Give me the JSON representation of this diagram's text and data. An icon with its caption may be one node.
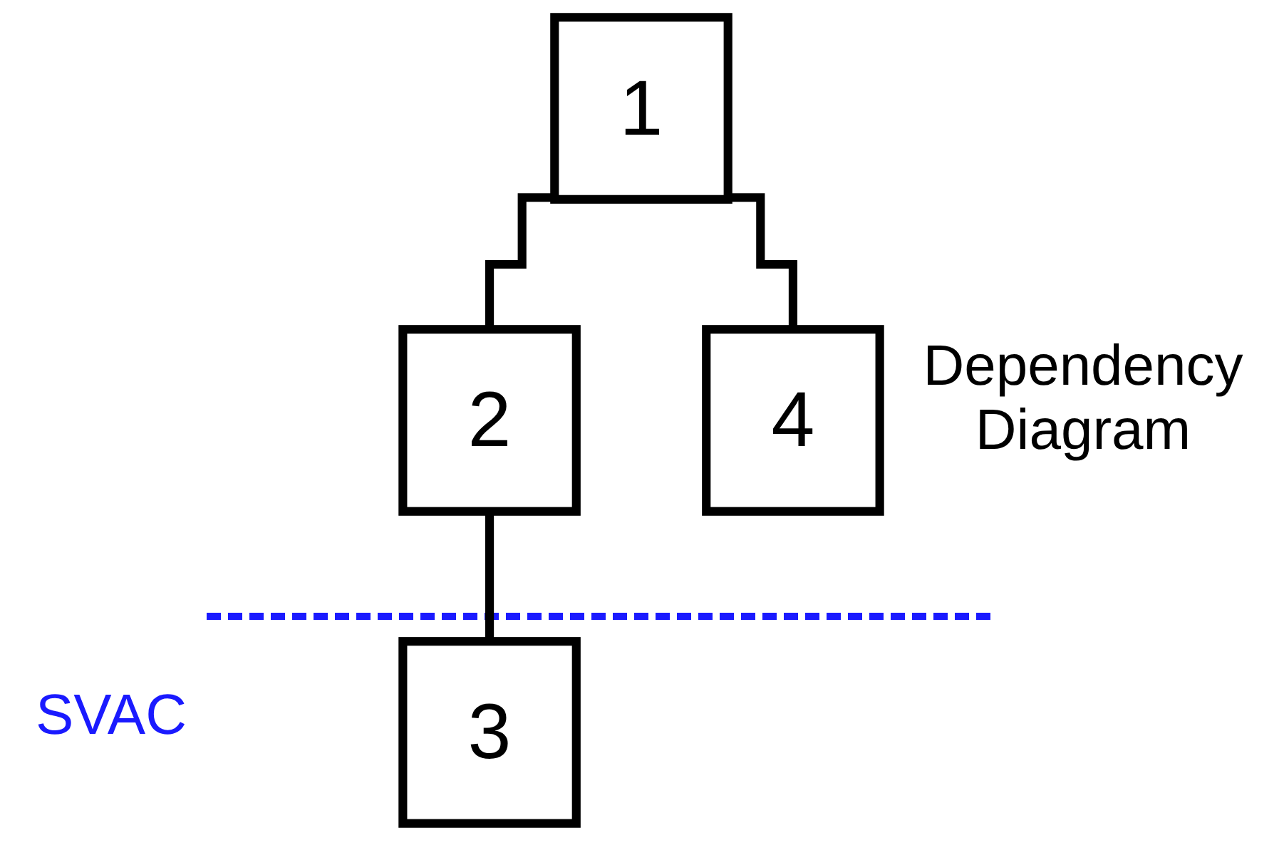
{
  "diagram": {
    "title": "Dependency Diagram",
    "nodes": [
      {
        "text": [
          "1"
        ]
      },
      {
        "text": [
          "2"
        ]
      },
      {
        "text": [
          "4"
        ]
      },
      {
        "text": [
          "3"
        ]
      }
    ],
    "edges": [
      {
        "from": 0,
        "to": 1,
        "arrow": "none"
      },
      {
        "from": 0,
        "to": 2,
        "arrow": "none"
      },
      {
        "from": 1,
        "to": 3,
        "arrow": "none"
      }
    ],
    "labels": [
      "SVAC"
    ]
  }
}
